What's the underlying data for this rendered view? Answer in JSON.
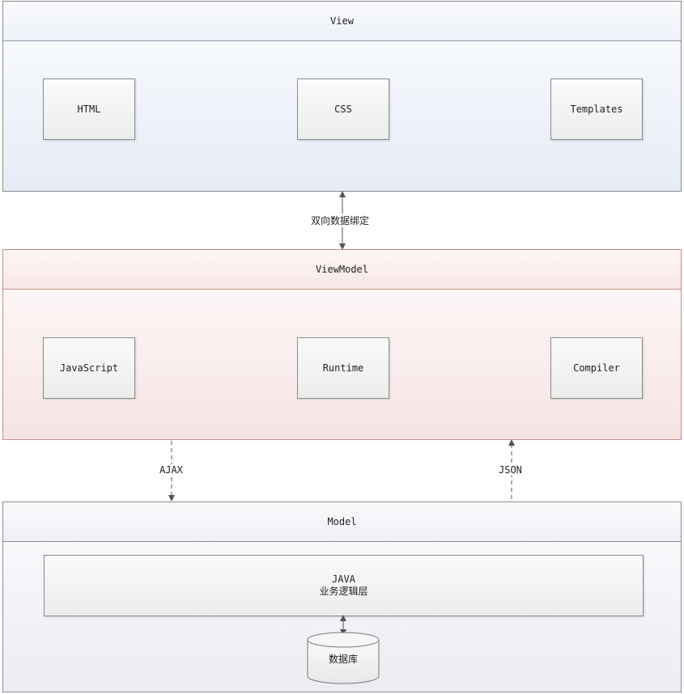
{
  "layers": {
    "view": {
      "title": "View",
      "boxes": [
        "HTML",
        "CSS",
        "Templates"
      ]
    },
    "viewmodel": {
      "title": "ViewModel",
      "boxes": [
        "JavaScript",
        "Runtime",
        "Compiler"
      ]
    },
    "model": {
      "title": "Model",
      "logic_line1": "JAVA",
      "logic_line2": "业务逻辑层",
      "database": "数据库"
    }
  },
  "connectors": {
    "binding": "双向数据绑定",
    "ajax": "AJAX",
    "json": "JSON"
  }
}
